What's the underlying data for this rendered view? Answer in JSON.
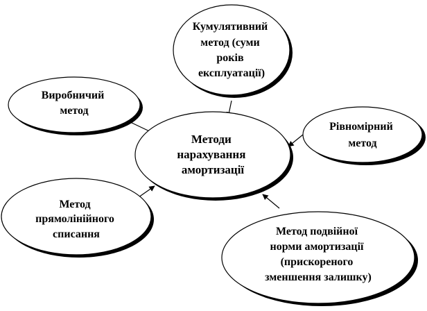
{
  "diagram": {
    "center": {
      "lines": [
        "Методи",
        "нарахування",
        "амортизації"
      ]
    },
    "nodes": [
      {
        "id": "cumulative",
        "lines": [
          "Кумулятивний",
          "метод (суми",
          "років",
          "експлуатації)"
        ]
      },
      {
        "id": "production",
        "lines": [
          "Виробничий",
          "метод"
        ]
      },
      {
        "id": "uniform",
        "lines": [
          "Рівномірний",
          "метод"
        ]
      },
      {
        "id": "straight-line",
        "lines": [
          "Метод",
          "прямолінійного",
          "списання"
        ]
      },
      {
        "id": "double-declining",
        "lines": [
          "Метод подвійної",
          "норми амортизації",
          "(прискореного",
          "зменшення залишку)"
        ]
      }
    ],
    "colors": {
      "stroke": "#000000",
      "fill": "#ffffff",
      "shadow": "#000000"
    }
  }
}
